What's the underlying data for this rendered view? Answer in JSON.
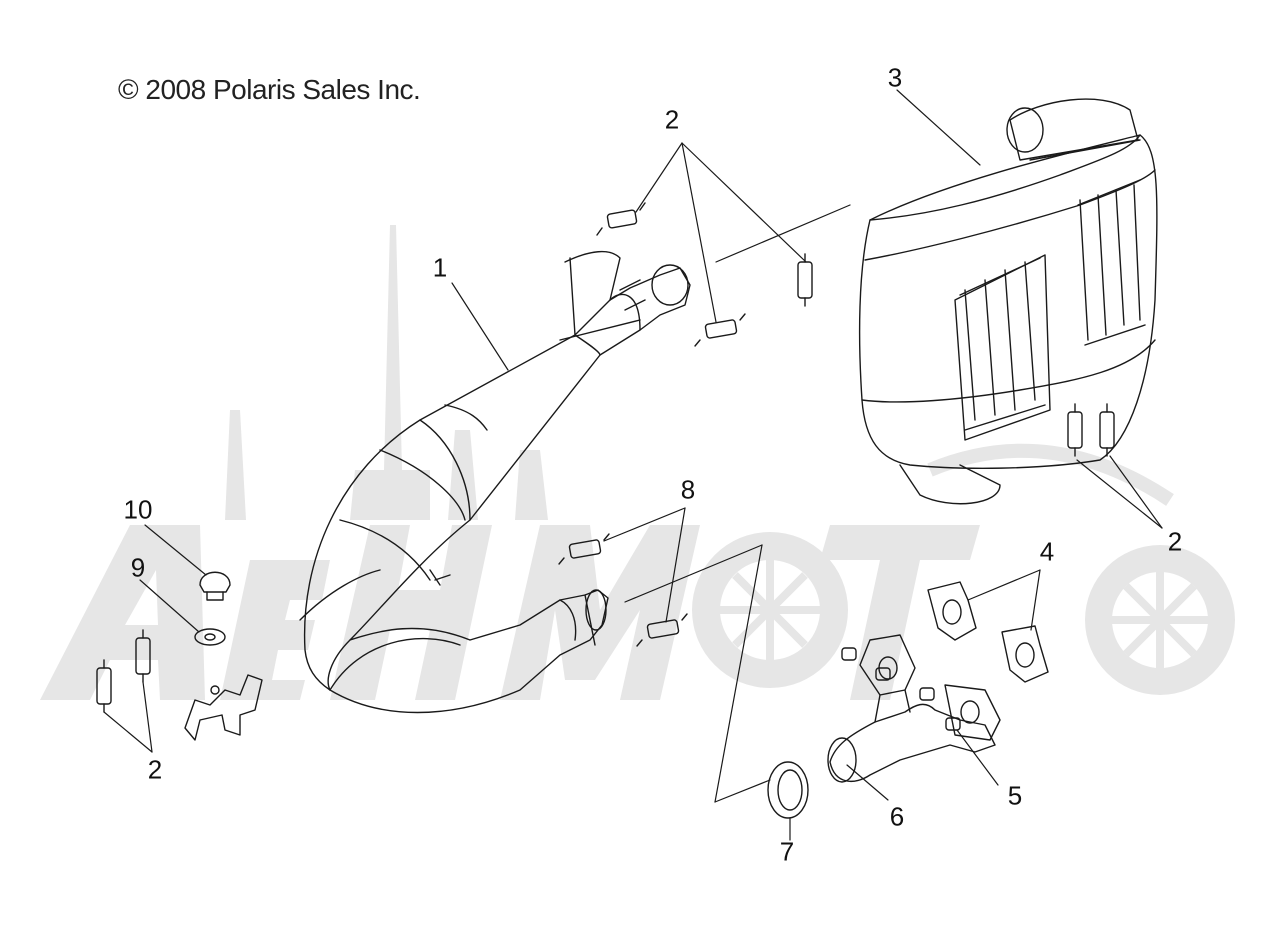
{
  "copyright": "© 2008 Polaris Sales Inc.",
  "watermark": {
    "text": "AGHMoto",
    "color": "#e6e6e6"
  },
  "line_color": "#1a1a1a",
  "callouts": [
    {
      "id": "c1",
      "label": "1"
    },
    {
      "id": "c2a",
      "label": "2"
    },
    {
      "id": "c3",
      "label": "3"
    },
    {
      "id": "c10",
      "label": "10"
    },
    {
      "id": "c9",
      "label": "9"
    },
    {
      "id": "c8",
      "label": "8"
    },
    {
      "id": "c2b",
      "label": "2"
    },
    {
      "id": "c4",
      "label": "4"
    },
    {
      "id": "c2c",
      "label": "2"
    },
    {
      "id": "c5",
      "label": "5"
    },
    {
      "id": "c6",
      "label": "6"
    },
    {
      "id": "c7",
      "label": "7"
    }
  ]
}
